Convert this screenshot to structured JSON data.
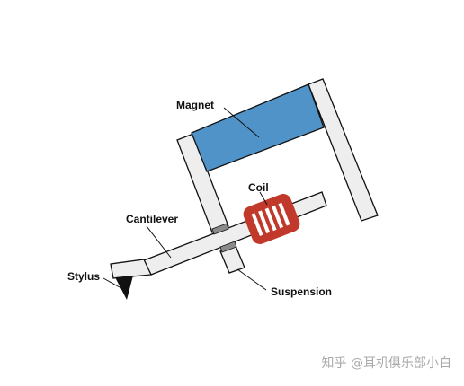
{
  "labels": {
    "magnet": "Magnet",
    "coil": "Coil",
    "cantilever": "Cantilever",
    "stylus": "Stylus",
    "suspension": "Suspension"
  },
  "watermark": "知乎 @耳机俱乐部小白",
  "colors": {
    "magnet": "#4f93c8",
    "coil": "#c0392b",
    "frame": "#eeeeee",
    "outline": "#111111",
    "suspension": "#8a8a8a",
    "watermark": "#aaaaaa"
  }
}
